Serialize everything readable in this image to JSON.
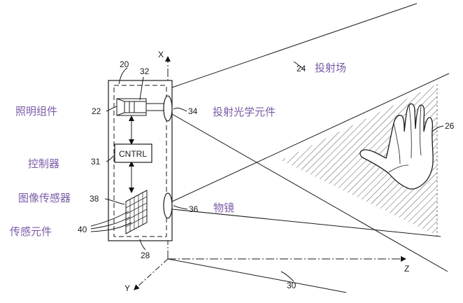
{
  "diagram": {
    "axes": {
      "x_label": "X",
      "y_label": "Y",
      "z_label": "Z"
    },
    "reference_numerals": {
      "housing": "20",
      "illumination_light_source": "32",
      "illumination_number": "22",
      "projection_optics_number": "34",
      "controller_number": "31",
      "image_sensor_number": "38",
      "sensor_element_number": "40",
      "objective_number": "36",
      "projection_field_number": "24",
      "hand_number": "26",
      "housing_bottom_number": "28",
      "optical_axis_number": "30"
    },
    "controller_box_text": "CNTRL",
    "labels_zh": {
      "illumination_assembly": "照明组件",
      "controller": "控制器",
      "image_sensor": "图像传感器",
      "sensor_element": "传感元件",
      "projection_field": "投射场",
      "projection_optics": "投射光学元件",
      "objective": "物镜"
    },
    "colors": {
      "annotation_purple": "#7a5ba6",
      "line_black": "#1a1a1a"
    }
  }
}
